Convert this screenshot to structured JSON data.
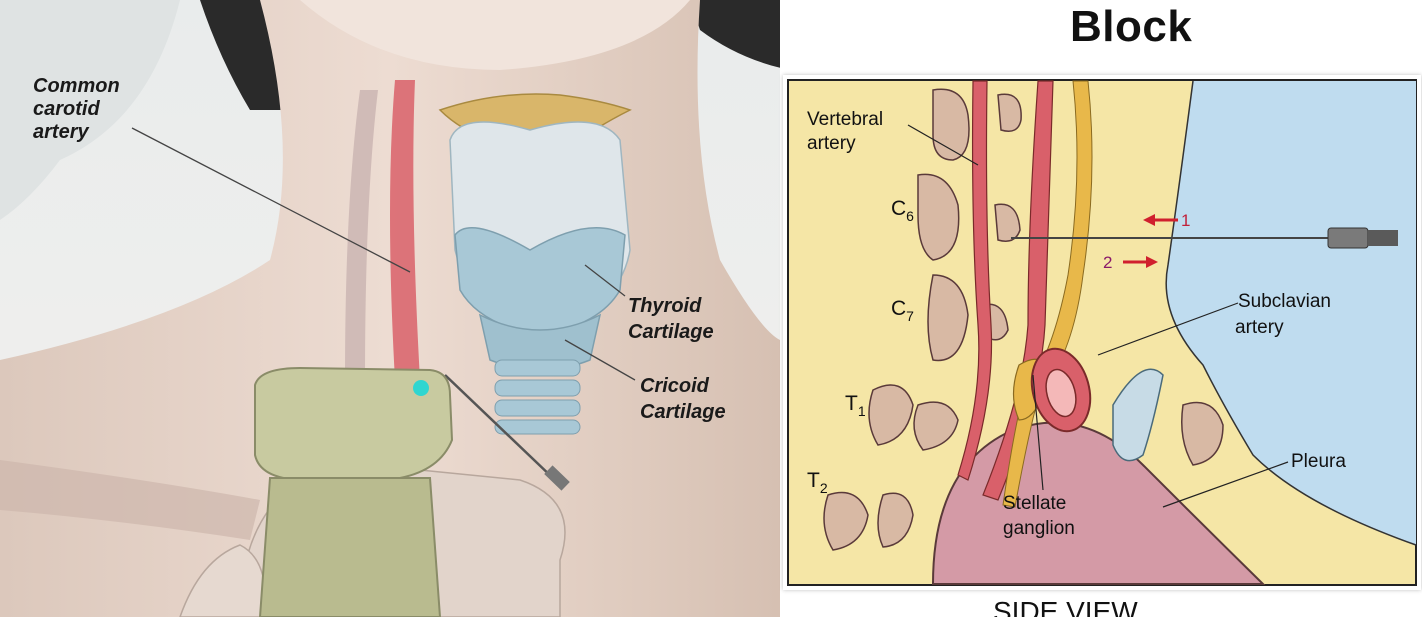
{
  "title": "Block",
  "caption": "SIDE VIEW",
  "left_labels": {
    "common_carotid": [
      "Common",
      "carotid",
      "artery"
    ],
    "thyroid": [
      "Thyroid",
      "Cartilage"
    ],
    "cricoid": [
      "Cricoid",
      "Cartilage"
    ]
  },
  "inset_labels": {
    "vertebral": [
      "Vertebral",
      "artery"
    ],
    "subclavian": [
      "Subclavian",
      "artery"
    ],
    "stellate": [
      "Stellate",
      "ganglion"
    ],
    "pleura": "Pleura",
    "levels": [
      {
        "letter": "C",
        "sub": "6"
      },
      {
        "letter": "C",
        "sub": "7"
      },
      {
        "letter": "T",
        "sub": "1"
      },
      {
        "letter": "T",
        "sub": "2"
      }
    ],
    "arrow_1": "1",
    "arrow_2": "2"
  },
  "colors": {
    "skin": "#e8d6cc",
    "artery": "#d9606a",
    "cartilage": "#a8c8d6",
    "hyoid": "#d9b66a",
    "probe": "#c8caa0",
    "probe_dot": "#2fd6d0",
    "fat": "#f5e6a6",
    "lung": "#bfdcef",
    "pleura_fill": "#d49aa6"
  }
}
